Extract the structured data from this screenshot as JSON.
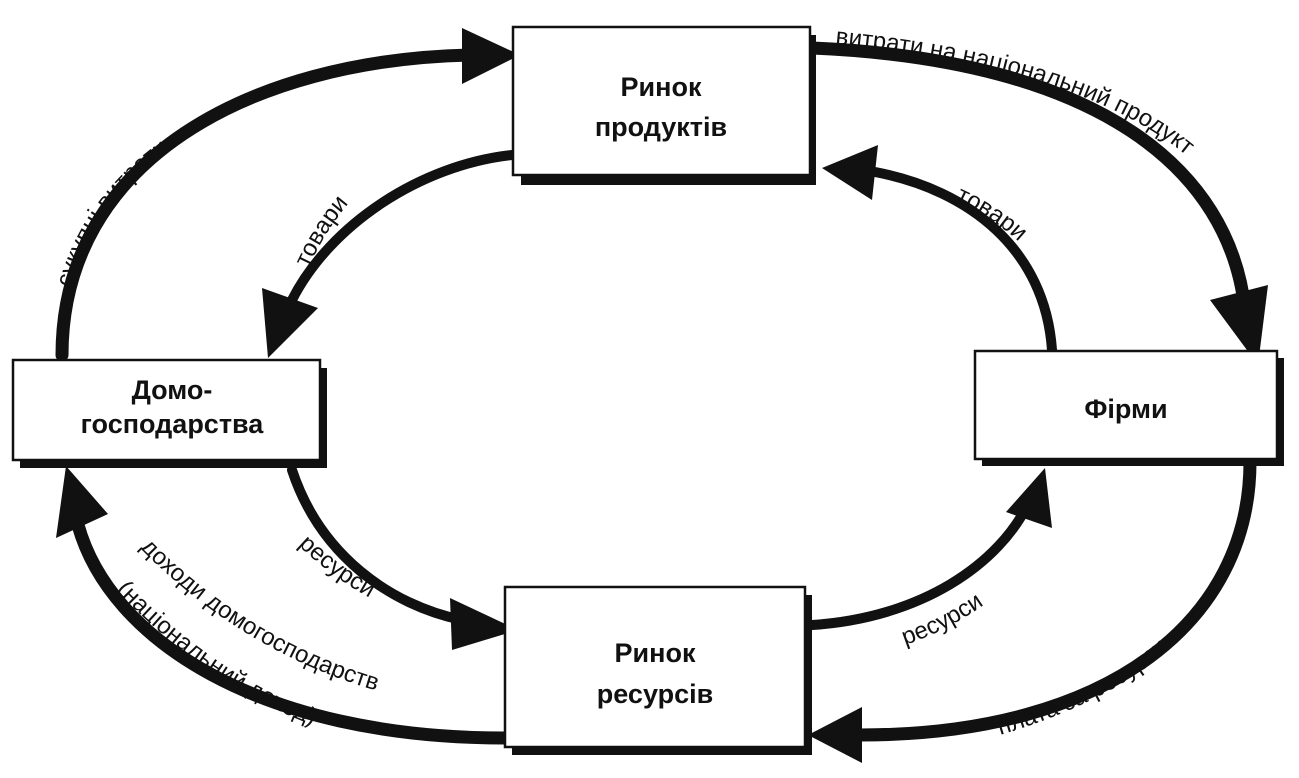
{
  "nodes": {
    "product_market": {
      "line1": "Ринок",
      "line2": "продуктів"
    },
    "households": {
      "line1": "Домо-",
      "line2": "господарства"
    },
    "firms": {
      "line1": "Фірми"
    },
    "resource_market": {
      "line1": "Ринок",
      "line2": "ресурсів"
    }
  },
  "flows": {
    "total_spending": "сукупні витрати",
    "spending_national_product": "витрати на національний продукт",
    "goods_to_households": "товари",
    "goods_from_firms": "товари",
    "resources_from_households": "ресурси",
    "resources_to_firms": "ресурси",
    "household_income_line1": "доходи домогосподарств",
    "household_income_line2": "(національний доход)",
    "resource_payment": "плата за ресурси"
  },
  "colors": {
    "ink": "#111111",
    "box_fill": "#ffffff",
    "background": "#ffffff"
  }
}
